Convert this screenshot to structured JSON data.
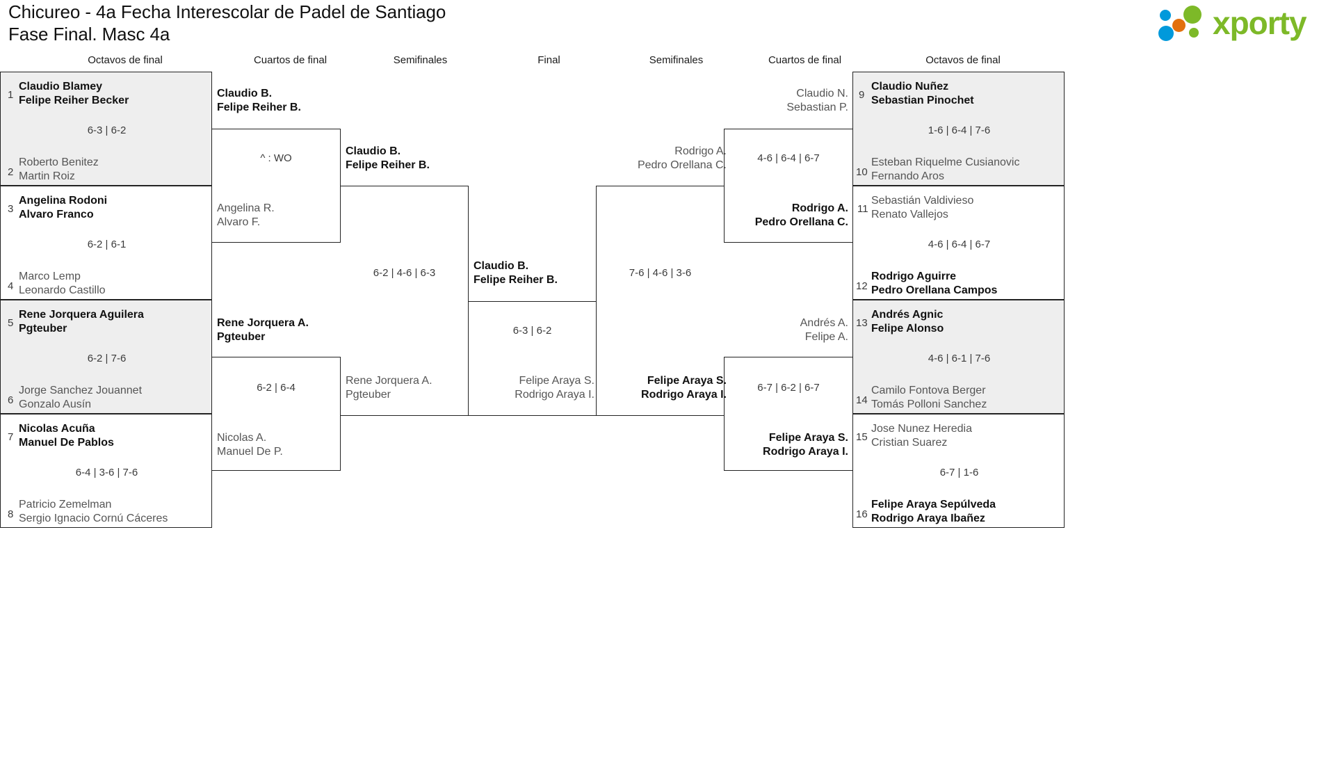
{
  "header": {
    "title_line1": "Chicureo - 4a Fecha Interescolar de Padel de Santiago",
    "title_line2": "Fase Final. Masc 4a",
    "logo_text": "xporty",
    "logo_colors": {
      "green": "#7DB928",
      "blue": "#0099DB",
      "orange": "#E2700E"
    }
  },
  "rounds": {
    "left_r16": "Octavos de final",
    "left_qf": "Cuartos de final",
    "left_sf": "Semifinales",
    "final": "Final",
    "right_sf": "Semifinales",
    "right_qf": "Cuartos de final",
    "right_r16": "Octavos de final"
  },
  "bracket_data": {
    "type": "single-elimination-bracket",
    "size": 16,
    "left_round_of_16": [
      {
        "shaded": true,
        "score": "6-3 | 6-2",
        "teams": [
          {
            "seed": "1",
            "p1": "Claudio Blamey",
            "p2": "Felipe Reiher Becker",
            "winner": true
          },
          {
            "seed": "2",
            "p1": "Roberto Benitez",
            "p2": "Martin Roiz",
            "winner": false
          }
        ]
      },
      {
        "shaded": false,
        "score": "6-2 | 6-1",
        "teams": [
          {
            "seed": "3",
            "p1": "Angelina Rodoni",
            "p2": "Alvaro Franco",
            "winner": true
          },
          {
            "seed": "4",
            "p1": "Marco Lemp",
            "p2": "Leonardo Castillo",
            "winner": false
          }
        ]
      },
      {
        "shaded": true,
        "score": "6-2 | 7-6",
        "teams": [
          {
            "seed": "5",
            "p1": "Rene Jorquera Aguilera",
            "p2": "Pgteuber",
            "winner": true
          },
          {
            "seed": "6",
            "p1": "Jorge Sanchez Jouannet",
            "p2": "Gonzalo Ausín",
            "winner": false
          }
        ]
      },
      {
        "shaded": false,
        "score": "6-4 | 3-6 | 7-6",
        "teams": [
          {
            "seed": "7",
            "p1": "Nicolas Acuña",
            "p2": "Manuel De Pablos",
            "winner": true
          },
          {
            "seed": "8",
            "p1": "Patricio Zemelman",
            "p2": "Sergio Ignacio Cornú Cáceres",
            "winner": false
          }
        ]
      }
    ],
    "left_quarterfinals": [
      {
        "score": "^ : WO",
        "teams": [
          {
            "p1": "Claudio B.",
            "p2": "Felipe Reiher B.",
            "winner": true
          },
          {
            "p1": "Angelina R.",
            "p2": "Alvaro F.",
            "winner": false
          }
        ]
      },
      {
        "score": "6-2 | 6-4",
        "teams": [
          {
            "p1": "Rene Jorquera A.",
            "p2": "Pgteuber",
            "winner": true
          },
          {
            "p1": "Nicolas A.",
            "p2": "Manuel De P.",
            "winner": false
          }
        ]
      }
    ],
    "left_semifinals": [
      {
        "score": "6-2 | 4-6 | 6-3",
        "teams": [
          {
            "p1": "Claudio B.",
            "p2": "Felipe Reiher B.",
            "winner": true
          },
          {
            "p1": "Rene Jorquera A.",
            "p2": "Pgteuber",
            "winner": false
          }
        ]
      }
    ],
    "final": {
      "score": "6-3 | 6-2",
      "teams": [
        {
          "p1": "Claudio B.",
          "p2": "Felipe Reiher B.",
          "winner": true
        },
        {
          "p1": "Felipe Araya S.",
          "p2": "Rodrigo Araya I.",
          "winner": false
        }
      ]
    },
    "right_semifinals": [
      {
        "score": "7-6 | 4-6 | 3-6",
        "teams": [
          {
            "p1": "Rodrigo A.",
            "p2": "Pedro Orellana C.",
            "winner": false
          },
          {
            "p1": "Felipe Araya S.",
            "p2": "Rodrigo Araya I.",
            "winner": true
          }
        ]
      }
    ],
    "right_quarterfinals": [
      {
        "score": "4-6 | 6-4 | 6-7",
        "teams": [
          {
            "p1": "Claudio N.",
            "p2": "Sebastian P.",
            "winner": false
          },
          {
            "p1": "Rodrigo A.",
            "p2": "Pedro Orellana C.",
            "winner": true
          }
        ]
      },
      {
        "score": "6-7 | 6-2 | 6-7",
        "teams": [
          {
            "p1": "Andrés A.",
            "p2": "Felipe A.",
            "winner": false
          },
          {
            "p1": "Felipe Araya S.",
            "p2": "Rodrigo Araya I.",
            "winner": true
          }
        ]
      }
    ],
    "right_round_of_16": [
      {
        "shaded": true,
        "score": "1-6 | 6-4 | 7-6",
        "teams": [
          {
            "seed": "9",
            "p1": "Claudio Nuñez",
            "p2": "Sebastian Pinochet",
            "winner": true
          },
          {
            "seed": "10",
            "p1": "Esteban Riquelme Cusianovic",
            "p2": "Fernando Aros",
            "winner": false
          }
        ]
      },
      {
        "shaded": false,
        "score": "4-6 | 6-4 | 6-7",
        "teams": [
          {
            "seed": "11",
            "p1": "Sebastián Valdivieso",
            "p2": "Renato Vallejos",
            "winner": false
          },
          {
            "seed": "12",
            "p1": "Rodrigo Aguirre",
            "p2": "Pedro Orellana Campos",
            "winner": true
          }
        ]
      },
      {
        "shaded": true,
        "score": "4-6 | 6-1 | 7-6",
        "teams": [
          {
            "seed": "13",
            "p1": "Andrés Agnic",
            "p2": "Felipe Alonso",
            "winner": true
          },
          {
            "seed": "14",
            "p1": "Camilo Fontova Berger",
            "p2": "Tomás Polloni Sanchez",
            "winner": false
          }
        ]
      },
      {
        "shaded": false,
        "score": "6-7 | 1-6",
        "teams": [
          {
            "seed": "15",
            "p1": "Jose Nunez Heredia",
            "p2": "Cristian Suarez",
            "winner": false
          },
          {
            "seed": "16",
            "p1": "Felipe Araya Sepúlveda",
            "p2": "Rodrigo Araya Ibañez",
            "winner": true
          }
        ]
      }
    ]
  }
}
